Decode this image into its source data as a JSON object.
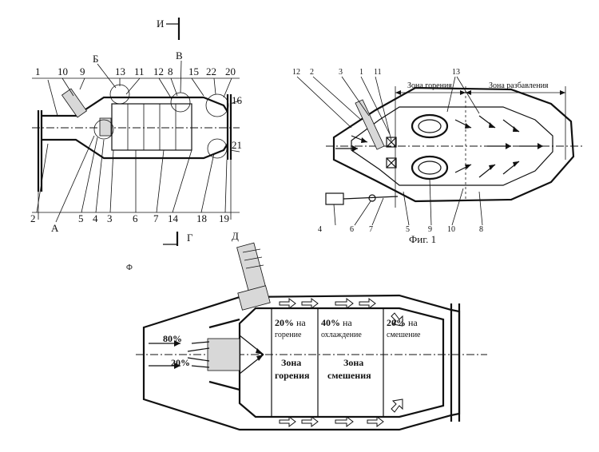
{
  "top_left_drawing": {
    "section_mark": "И",
    "labels_top": [
      "1",
      "10",
      "9",
      "Б",
      "13",
      "11",
      "12",
      "В",
      "8",
      "15",
      "22",
      "20",
      "16",
      "21"
    ],
    "labels_bottom": [
      "2",
      "А",
      "5",
      "4",
      "3",
      "6",
      "7",
      "14",
      "18",
      "19"
    ],
    "section_marks_bottom": [
      "Г",
      "Д"
    ]
  },
  "top_right_drawing": {
    "zone_combustion": "Зона горения",
    "zone_dilution": "Зона разбавления",
    "labels_top": [
      "12",
      "2",
      "3",
      "1",
      "11",
      "13"
    ],
    "labels_bottom": [
      "4",
      "6",
      "7",
      "5",
      "9",
      "10",
      "8"
    ],
    "caption": "Фиг. 1"
  },
  "bottom_drawing": {
    "corner_mark": "Ф",
    "pct_80": "80%",
    "pct_20_left": "20%",
    "annot_1_pct": "20%",
    "annot_1_text": "на",
    "annot_1_word": "горение",
    "annot_2_pct": "40%",
    "annot_2_text": "на",
    "annot_2_word": "охлаждение",
    "annot_3_pct": "20%",
    "annot_3_text": "на",
    "annot_3_word": "смешение",
    "zone_1_line1": "Зона",
    "zone_1_line2": "горения",
    "zone_2_line1": "Зона",
    "zone_2_line2": "смешения"
  }
}
